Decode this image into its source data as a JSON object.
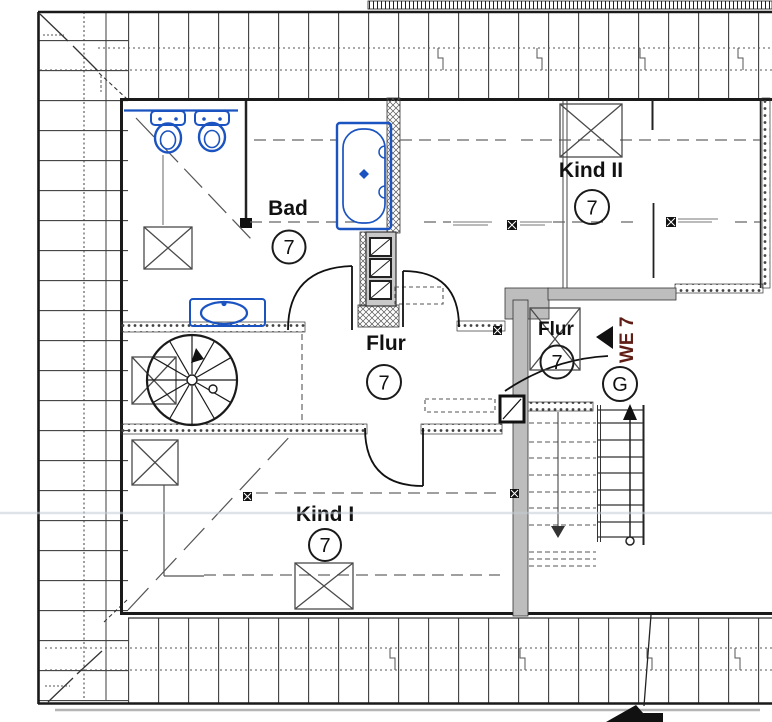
{
  "colors": {
    "fixture_blue": "#1b53c1",
    "wall_gray": "#bdbdbd",
    "annotation_red": "#5f1d15",
    "line_dark": "#1a1a1a",
    "scan_artifact": "#c3cdd6"
  },
  "rooms": {
    "bad": {
      "label": "Bad",
      "number": "7"
    },
    "kind2": {
      "label": "Kind II",
      "number": "7"
    },
    "flur_main": {
      "label": "Flur",
      "number": "7"
    },
    "flur_small": {
      "label": "Flur",
      "number": "7"
    },
    "kind1": {
      "label": "Kind I",
      "number": "7"
    }
  },
  "annotations": {
    "unit": "WE 7",
    "stair_label": "G"
  }
}
